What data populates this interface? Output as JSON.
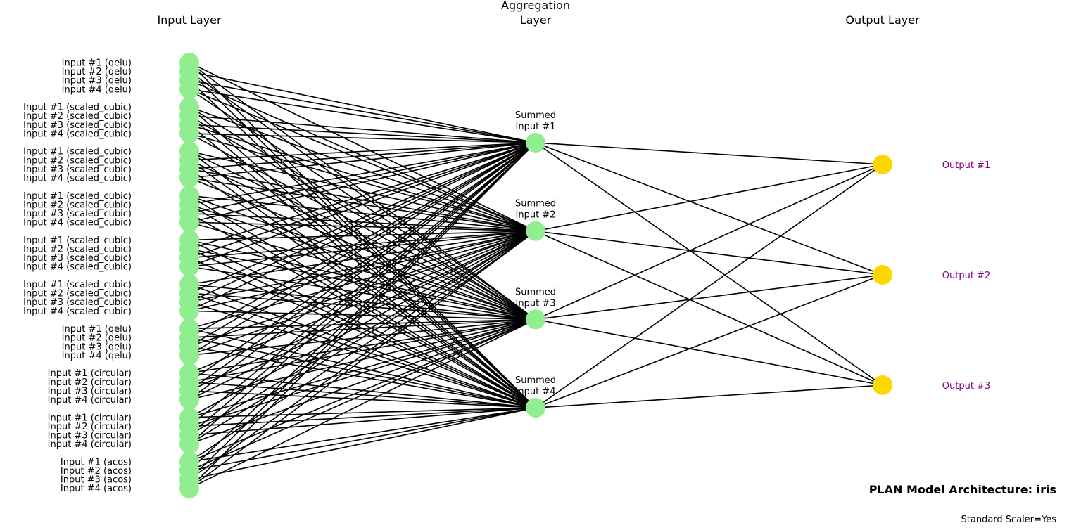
{
  "layers": {
    "input_title": "Input Layer",
    "aggregation_title_line1": "Aggregation",
    "aggregation_title_line2": "Layer",
    "output_title": "Output Layer"
  },
  "inputs": [
    "Input #1 (qelu)",
    "Input #2 (qelu)",
    "Input #3 (qelu)",
    "Input #4 (qelu)",
    "Input #1 (scaled_cubic)",
    "Input #2 (scaled_cubic)",
    "Input #3 (scaled_cubic)",
    "Input #4 (scaled_cubic)",
    "Input #1 (scaled_cubic)",
    "Input #2 (scaled_cubic)",
    "Input #3 (scaled_cubic)",
    "Input #4 (scaled_cubic)",
    "Input #1 (scaled_cubic)",
    "Input #2 (scaled_cubic)",
    "Input #3 (scaled_cubic)",
    "Input #4 (scaled_cubic)",
    "Input #1 (scaled_cubic)",
    "Input #2 (scaled_cubic)",
    "Input #3 (scaled_cubic)",
    "Input #4 (scaled_cubic)",
    "Input #1 (scaled_cubic)",
    "Input #2 (scaled_cubic)",
    "Input #3 (scaled_cubic)",
    "Input #4 (scaled_cubic)",
    "Input #1 (qelu)",
    "Input #2 (qelu)",
    "Input #3 (qelu)",
    "Input #4 (qelu)",
    "Input #1 (circular)",
    "Input #2 (circular)",
    "Input #3 (circular)",
    "Input #4 (circular)",
    "Input #1 (circular)",
    "Input #2 (circular)",
    "Input #3 (circular)",
    "Input #4 (circular)",
    "Input #1 (acos)",
    "Input #2 (acos)",
    "Input #3 (acos)",
    "Input #4 (acos)"
  ],
  "aggregation": [
    {
      "line1": "Summed",
      "line2": "Input #1"
    },
    {
      "line1": "Summed",
      "line2": "Input #2"
    },
    {
      "line1": "Summed",
      "line2": "Input #3"
    },
    {
      "line1": "Summed",
      "line2": "Input #4"
    }
  ],
  "outputs": [
    "Output #1",
    "Output #2",
    "Output #3"
  ],
  "title": "PLAN Model Architecture: iris",
  "subtitle": "Standard Scaler=Yes",
  "colors": {
    "input_node": "#90ee90",
    "aggregation_node": "#90ee90",
    "output_node": "#ffd700",
    "output_label": "#800080",
    "edge": "#000000"
  }
}
